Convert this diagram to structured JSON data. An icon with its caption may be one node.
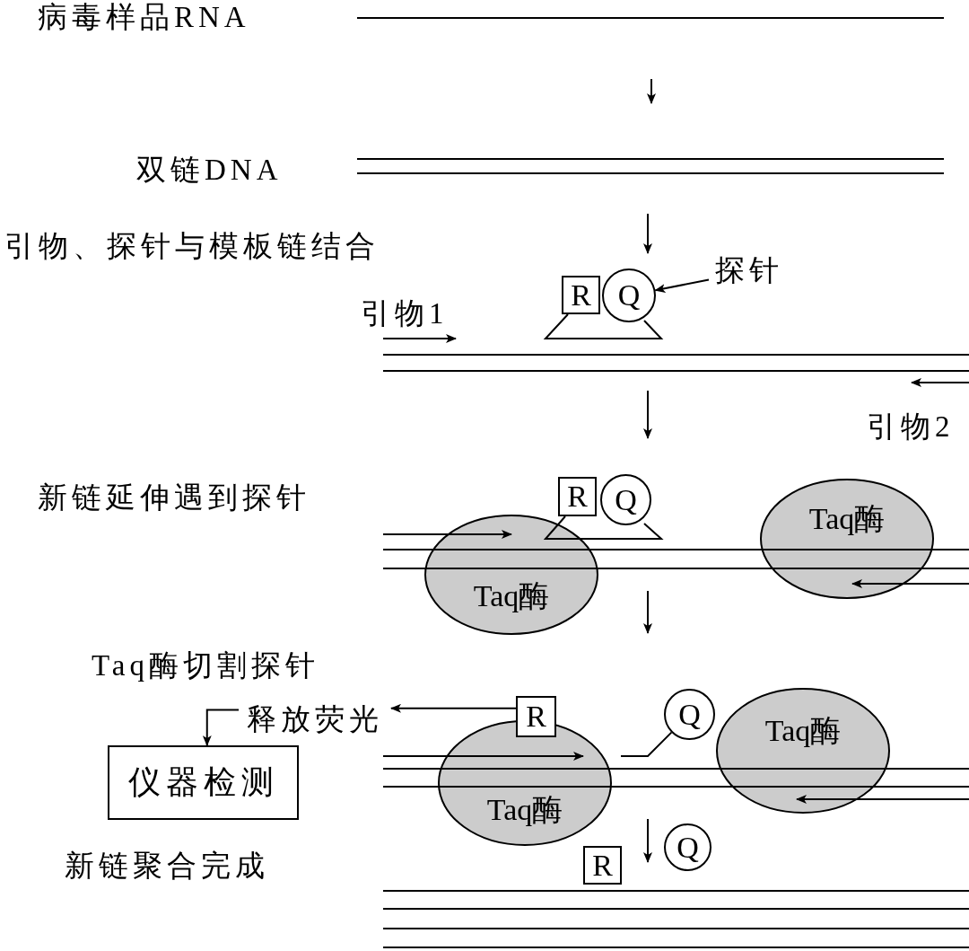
{
  "diagram": {
    "nodes": [
      {
        "text": [
          "R"
        ]
      },
      {
        "text": [
          "Q"
        ]
      },
      {
        "text": [
          "探针"
        ]
      },
      {
        "text": [
          "R"
        ]
      },
      {
        "text": [
          "Q"
        ]
      },
      {
        "text": [
          "Taq酶"
        ]
      },
      {
        "text": [
          "Taq酶"
        ]
      },
      {
        "text": [
          "释放荧光"
        ]
      },
      {
        "text": [
          "R"
        ]
      },
      {
        "text": [
          "Q"
        ]
      },
      {
        "text": [
          "仪器检测"
        ]
      },
      {
        "text": [
          "Taq酶"
        ]
      },
      {
        "text": [
          "Taq酶"
        ]
      },
      {
        "text": [
          "R"
        ]
      },
      {
        "text": [
          "Q"
        ]
      }
    ],
    "edges": [
      {
        "from": 2,
        "to": 1,
        "arrow": "to"
      },
      {
        "from": 8,
        "to": 7,
        "arrow": "to"
      },
      {
        "from": 7,
        "to": 10,
        "arrow": "to"
      },
      {
        "from": 9,
        "to": null,
        "arrow": "none"
      }
    ],
    "labels": [
      "病毒样品RNA",
      "双链DNA",
      "引物、探针与模板链结合",
      "引物1",
      "引物2",
      "新链延伸遇到探针",
      "Taq酶切割探针",
      "新链聚合完成"
    ]
  }
}
